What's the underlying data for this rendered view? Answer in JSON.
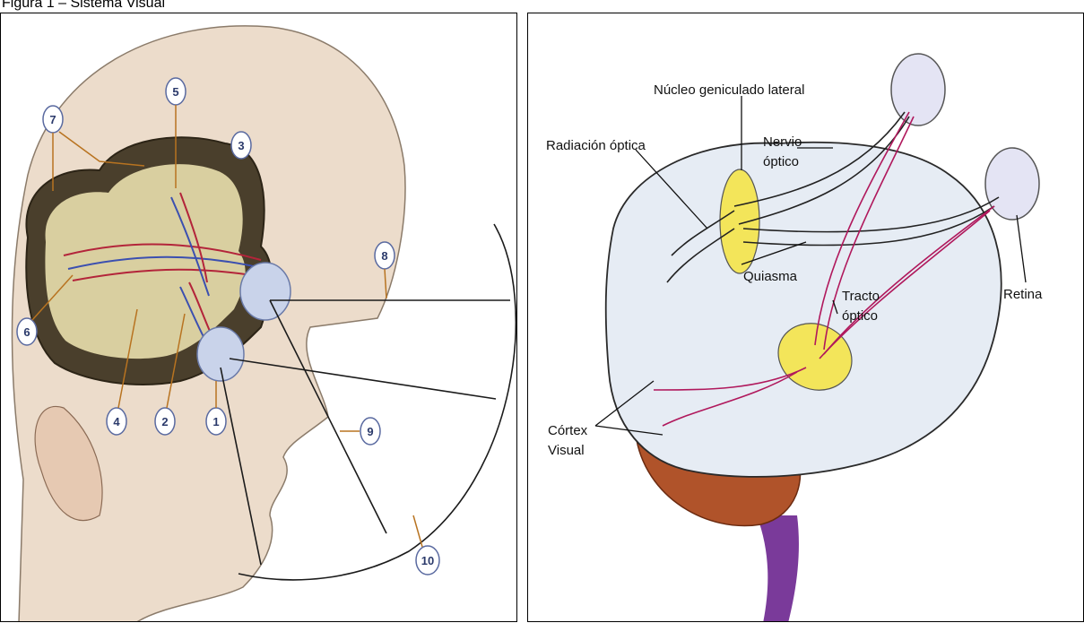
{
  "caption": "Figura 1 – Sistema Visual",
  "left_panel": {
    "markers": [
      "1",
      "2",
      "3",
      "4",
      "5",
      "6",
      "7",
      "8",
      "9",
      "10"
    ]
  },
  "right_panel": {
    "labels": {
      "nucleo": "Núcleo geniculado lateral",
      "radiacion": "Radiación óptica",
      "nervio_1": "Nervio",
      "nervio_2": "óptico",
      "quiasma": "Quiasma",
      "tracto_1": "Tracto",
      "tracto_2": "óptico",
      "retina": "Retina",
      "cortex_1": "Córtex",
      "cortex_2": "Visual"
    }
  },
  "colors": {
    "skin": "#e9d6c3",
    "brain_dark": "#4a3f2c",
    "brain_light": "#d9cfa0",
    "fiber_red": "#b3243a",
    "fiber_blue": "#3b4fb0",
    "marker_arrow": "#b87320",
    "brain_white": "#e6ecf4",
    "geniculate": "#f3e55a",
    "fiber_magenta": "#b0185c",
    "cerebellum": "#b0532a",
    "brainstem": "#7a3a9a"
  }
}
